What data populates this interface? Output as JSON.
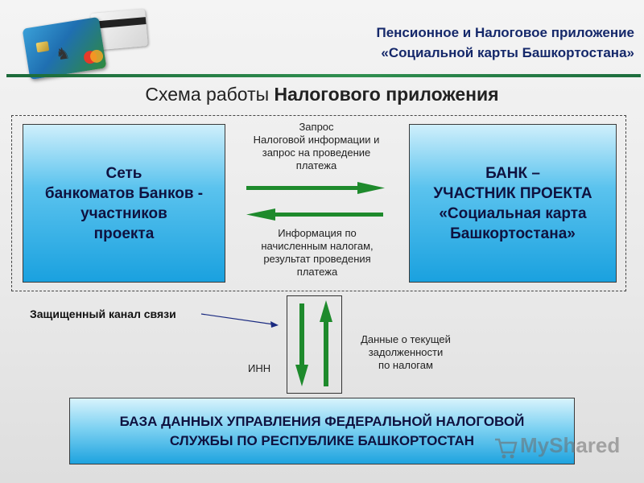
{
  "header": {
    "title_line1": "Пенсионное и Налоговое приложение",
    "title_line2": "«Социальной карты Башкортостана»"
  },
  "scheme": {
    "title_regular": "Схема работы ",
    "title_bold": "Налогового приложения"
  },
  "boxes": {
    "atm_network": [
      "Сеть",
      "банкоматов Банков -",
      "участников",
      "проекта"
    ],
    "bank": [
      "БАНК –",
      "УЧАСТНИК ПРОЕКТА",
      "«Социальная карта",
      "Башкортостана»"
    ],
    "tax_db": [
      "БАЗА ДАННЫХ УПРАВЛЕНИЯ ФЕДЕРАЛЬНОЙ НАЛОГОВОЙ",
      "СЛУЖБЫ ПО РЕСПУБЛИКЕ БАШКОРТОСТАН"
    ]
  },
  "labels": {
    "request": [
      "Запрос",
      "Налоговой информации и",
      "запрос на проведение",
      "платежа"
    ],
    "info": [
      "Информация по",
      "начисленным налогам,",
      "результат проведения",
      "платежа"
    ],
    "secure_channel": "Защищенный канал связи",
    "inn": "ИНН",
    "debt_data": [
      "Данные о текущей",
      "задолженности",
      "по налогам"
    ]
  },
  "watermark": "MyShared",
  "colors": {
    "arrow_green": "#1e8a2c",
    "header_text": "#15286a",
    "rule_green": "#2f8f4f"
  }
}
